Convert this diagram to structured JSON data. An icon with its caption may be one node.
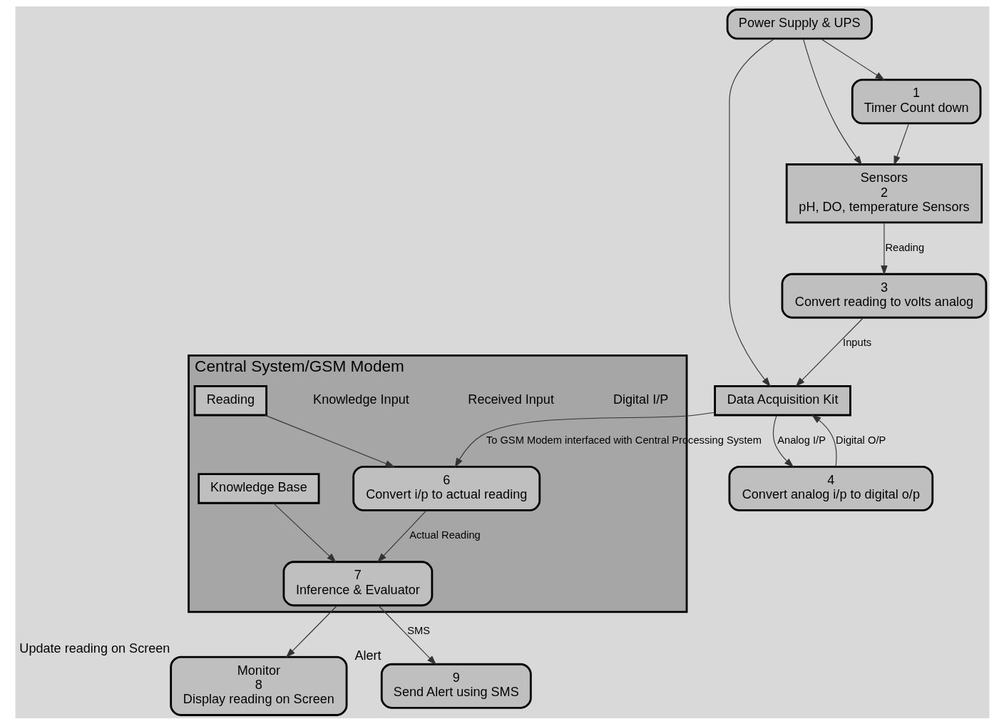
{
  "diagram": {
    "nodes": [
      {
        "text": [
          "3",
          "Convert reading to volts analog"
        ]
      },
      {
        "text": [
          "Data Acquisition Kit"
        ]
      },
      {
        "text": [
          "Sensors",
          "2",
          "pH, DO, temperature Sensors"
        ]
      },
      {
        "text": [
          "4",
          "Convert analog i/p to digital o/p"
        ]
      },
      {
        "text": [
          "Central System/GSM Modem"
        ]
      },
      {
        "text": [
          "Reading"
        ],
        "in": 4
      },
      {
        "text": [
          "6",
          "Convert i/p to actual reading"
        ],
        "in": 4
      },
      {
        "text": [
          "Knowledge Base"
        ],
        "in": 4
      },
      {
        "text": [
          "7",
          "Inference & Evaluator"
        ],
        "in": 4
      },
      {
        "text": [
          "1",
          "Timer Count down"
        ]
      },
      {
        "text": [
          "Power Supply & UPS"
        ]
      },
      {
        "text": [
          "Monitor",
          "8",
          "Display reading on Screen"
        ],
        "beside": [
          "Update reading on Screen"
        ]
      },
      {
        "text": [
          "9",
          "Send Alert using SMS"
        ],
        "beside": [
          "Alert"
        ]
      }
    ],
    "edges": [
      {
        "from": 0,
        "to": 1,
        "arrow": "to",
        "label": "Inputs"
      },
      {
        "from": 2,
        "to": 0,
        "arrow": "to",
        "label": "Reading"
      },
      {
        "from": 1,
        "to": 3,
        "arrow": "to",
        "label": "Analog I/P"
      },
      {
        "from": 3,
        "to": 1,
        "arrow": "to",
        "label": "Digital O/P"
      },
      {
        "from": 1,
        "to": 6,
        "arrow": "to",
        "label": "To GSM Modem interfaced with Central Processing System"
      },
      {
        "from": 5,
        "to": 6,
        "arrow": "to"
      },
      {
        "from": 6,
        "to": 8,
        "arrow": "to",
        "label": "Actual Reading"
      },
      {
        "from": 7,
        "to": 8,
        "arrow": "to"
      },
      {
        "from": 8,
        "to": 11,
        "arrow": "to"
      },
      {
        "from": 8,
        "to": 12,
        "arrow": "to",
        "label": "SMS"
      },
      {
        "from": 9,
        "to": 2,
        "arrow": "to"
      },
      {
        "from": 10,
        "to": 2,
        "arrow": "to"
      },
      {
        "from": 10,
        "to": 1,
        "arrow": "to"
      },
      {
        "from": 10,
        "to": 9,
        "arrow": "to"
      }
    ],
    "labels": [
      "Digital I/P",
      "Received Input",
      "Knowledge Input"
    ]
  }
}
